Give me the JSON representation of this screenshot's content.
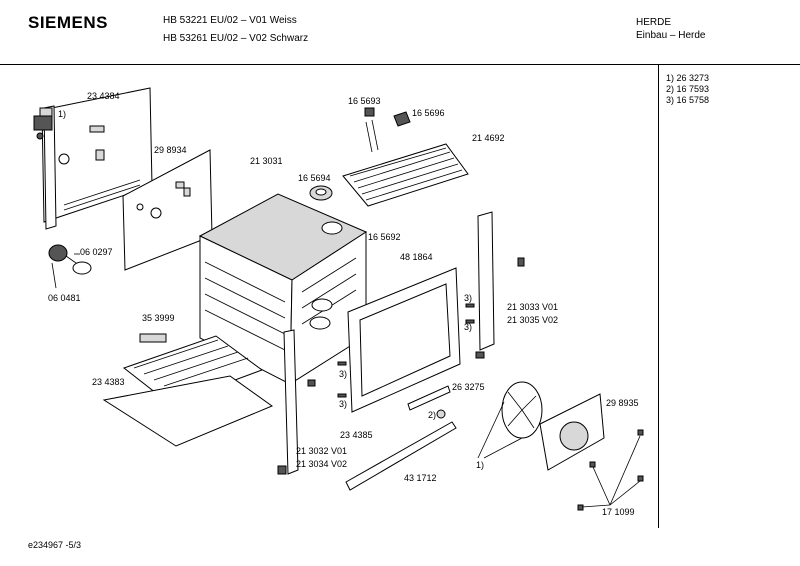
{
  "header": {
    "brand": "SIEMENS",
    "model_line_1": "HB 53221 EU/02 – V01 Weiss",
    "model_line_2": "HB 53261 EU/02 – V02 Schwarz",
    "category_line_1": "HERDE",
    "category_line_2": "Einbau – Herde"
  },
  "legend": [
    "1)  26 3273",
    "2)  16 7593",
    "3)  16 5758"
  ],
  "part_labels": {
    "p234384": "23 4384",
    "m1_top": "1)",
    "p298934": "29 8934",
    "p213031": "21 3031",
    "p165693": "16 5693",
    "p165696": "16 5696",
    "p214692": "21 4692",
    "p165694": "16 5694",
    "p165692": "16 5692",
    "p481864": "48 1864",
    "p060297": "06 0297",
    "p060481": "06 0481",
    "p353999": "35 3999",
    "p234383": "23 4383",
    "m3_a": "3)",
    "m3_b": "3)",
    "m3_c": "3)",
    "m3_d": "3)",
    "p213033": "21 3033 V01",
    "p213035": "21 3035 V02",
    "p263275": "26 3275",
    "m2": "2)",
    "p234385": "23 4385",
    "p298935": "29 8935",
    "p213032": "21 3032 V01",
    "p213034": "21 3034 V02",
    "m1_bottom": "1)",
    "p431712": "43 1712",
    "p171099": "17 1099"
  },
  "footer": {
    "drawing_id": "e234967 -5/3"
  }
}
